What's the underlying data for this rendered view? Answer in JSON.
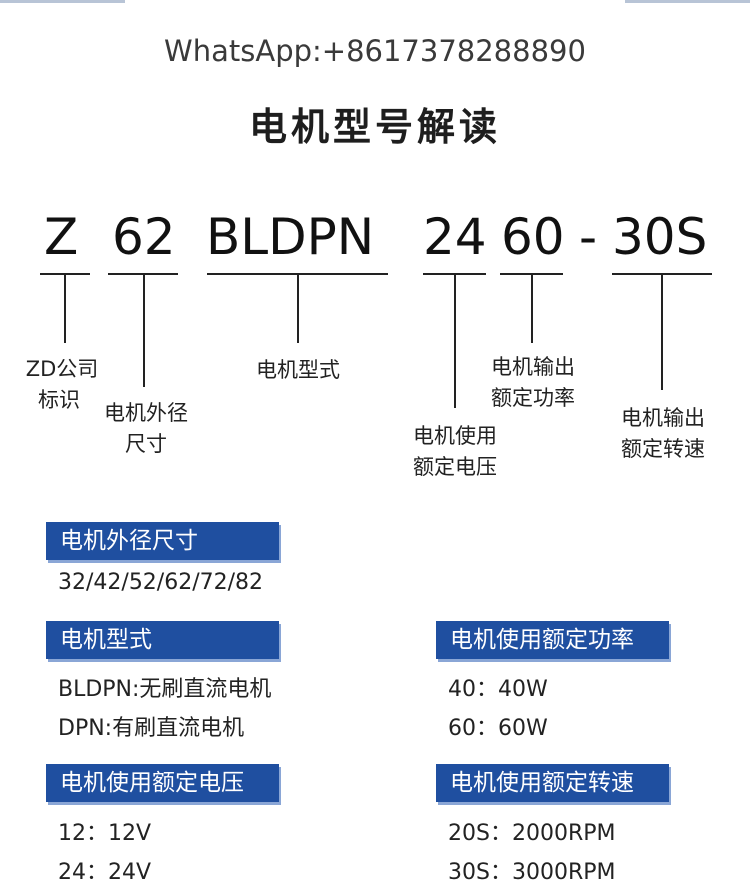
{
  "header": {
    "whatsapp": "WhatsApp:+8617378288890",
    "title": "电机型号解读"
  },
  "code_parts": {
    "z": "Z",
    "size": "62",
    "type": "BLDPN",
    "voltage": "24",
    "power": "60",
    "dash": "-",
    "speed": "30S"
  },
  "labels": {
    "z_line1": "ZD公司",
    "z_line2": "标识",
    "size_line1": "电机外径",
    "size_line2": "尺寸",
    "type_line1": "电机型式",
    "voltage_line1": "电机使用",
    "voltage_line2": "额定电压",
    "power_line1": "电机输出",
    "power_line2": "额定功率",
    "speed_line1": "电机输出",
    "speed_line2": "额定转速"
  },
  "sections": {
    "diameter": {
      "title": "电机外径尺寸",
      "items": [
        "32/42/52/62/72/82"
      ]
    },
    "type": {
      "title": "电机型式",
      "items": [
        "BLDPN:无刷直流电机",
        "DPN:有刷直流电机"
      ]
    },
    "power": {
      "title": "电机使用额定功率",
      "items": [
        "40：40W",
        "60：60W"
      ]
    },
    "voltage": {
      "title": "电机使用额定电压",
      "items": [
        "12：12V",
        "24：24V"
      ]
    },
    "speed": {
      "title": "电机使用额定转速",
      "items": [
        "20S：2000RPM",
        "30S：3000RPM"
      ]
    }
  },
  "colors": {
    "section_bar": "#1f4fa0",
    "text": "#222222"
  }
}
